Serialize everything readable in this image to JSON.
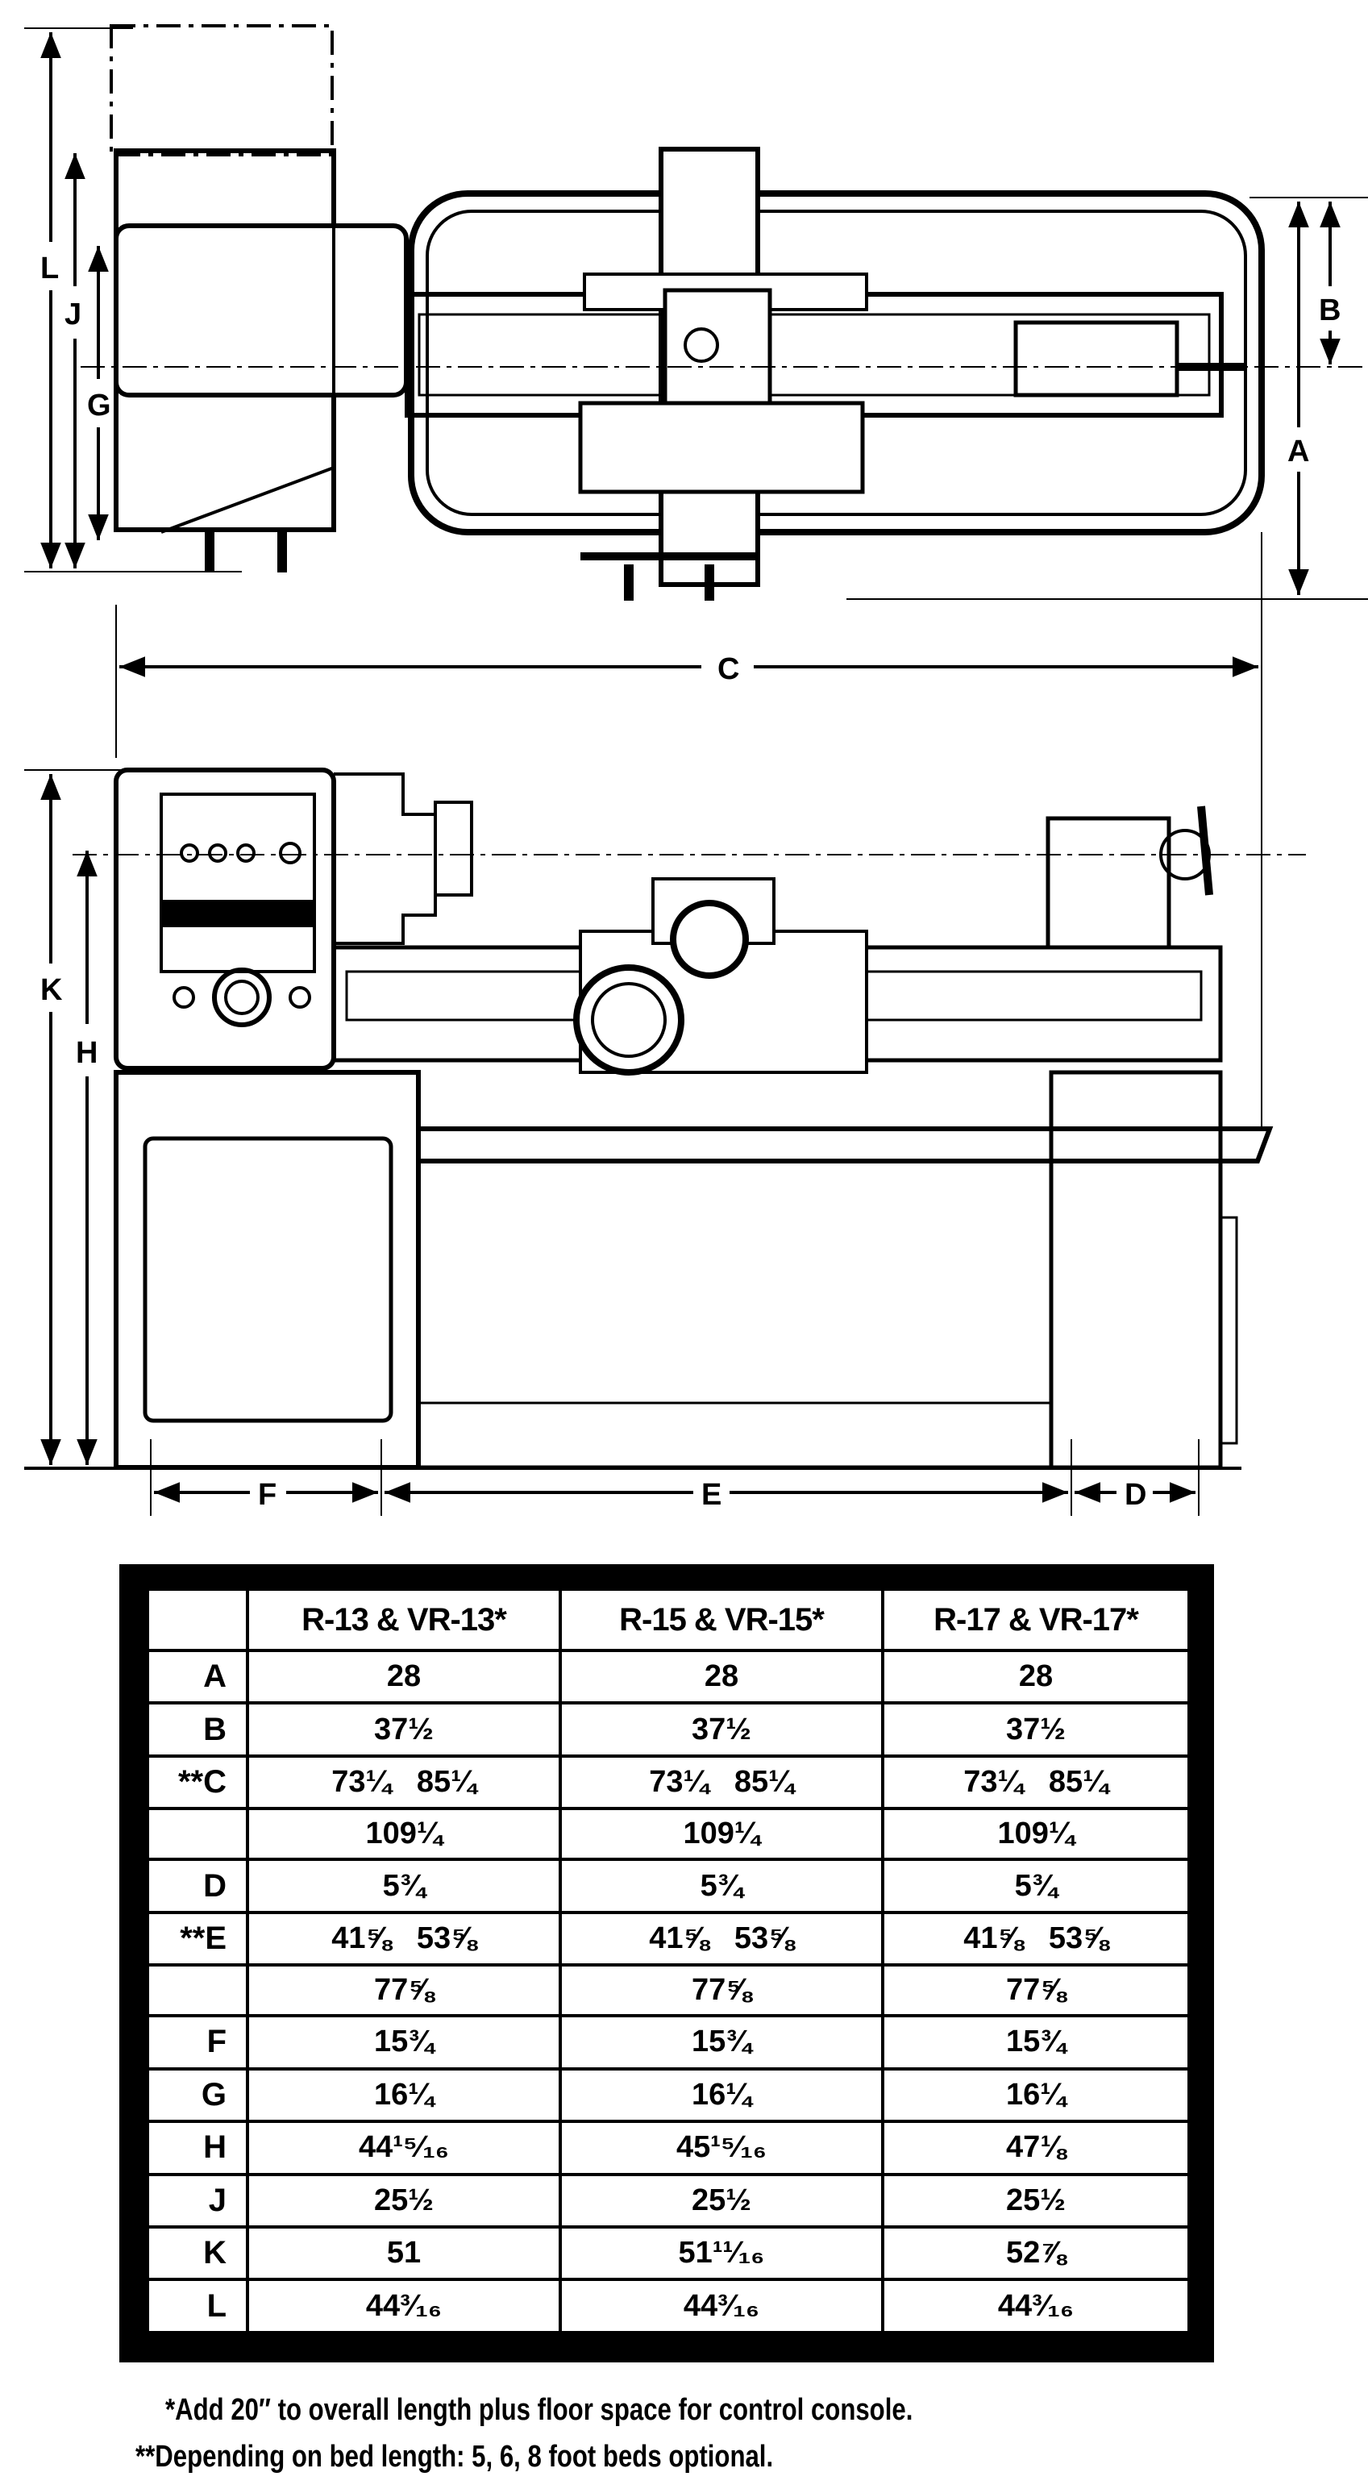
{
  "dimension_labels": {
    "A": "A",
    "B": "B",
    "C": "C",
    "D": "D",
    "E": "E",
    "F": "F",
    "G": "G",
    "H": "H",
    "J": "J",
    "K": "K",
    "L": "L"
  },
  "table": {
    "headers": [
      "",
      "R-13 & VR-13*",
      "R-15 & VR-15*",
      "R-17 & VR-17*"
    ],
    "rows": [
      {
        "label": "A",
        "values": [
          "28",
          "28",
          "28"
        ]
      },
      {
        "label": "B",
        "values": [
          "37½",
          "37½",
          "37½"
        ]
      },
      {
        "label": "**C",
        "values": [
          "73¼   85¼",
          "73¼   85¼",
          "73¼   85¼"
        ]
      },
      {
        "label": "",
        "values": [
          "109¼",
          "109¼",
          "109¼"
        ]
      },
      {
        "label": "D",
        "values": [
          "5¾",
          "5¾",
          "5¾"
        ]
      },
      {
        "label": "**E",
        "values": [
          "41⅝   53⅝",
          "41⅝   53⅝",
          "41⅝   53⅝"
        ]
      },
      {
        "label": "",
        "values": [
          "77⅝",
          "77⅝",
          "77⅝"
        ]
      },
      {
        "label": "F",
        "values": [
          "15¾",
          "15¾",
          "15¾"
        ]
      },
      {
        "label": "G",
        "values": [
          "16¼",
          "16¼",
          "16¼"
        ]
      },
      {
        "label": "H",
        "values": [
          "44¹⁵⁄₁₆",
          "45¹⁵⁄₁₆",
          "47⅛"
        ]
      },
      {
        "label": "J",
        "values": [
          "25½",
          "25½",
          "25½"
        ]
      },
      {
        "label": "K",
        "values": [
          "51",
          "51¹¹⁄₁₆",
          "52⅞"
        ]
      },
      {
        "label": "L",
        "values": [
          "44³⁄₁₆",
          "44³⁄₁₆",
          "44³⁄₁₆"
        ]
      }
    ]
  },
  "footnotes": [
    "*Add 20″ to overall length plus floor space for control console.",
    "**Depending on bed length: 5, 6, 8 foot beds optional."
  ]
}
